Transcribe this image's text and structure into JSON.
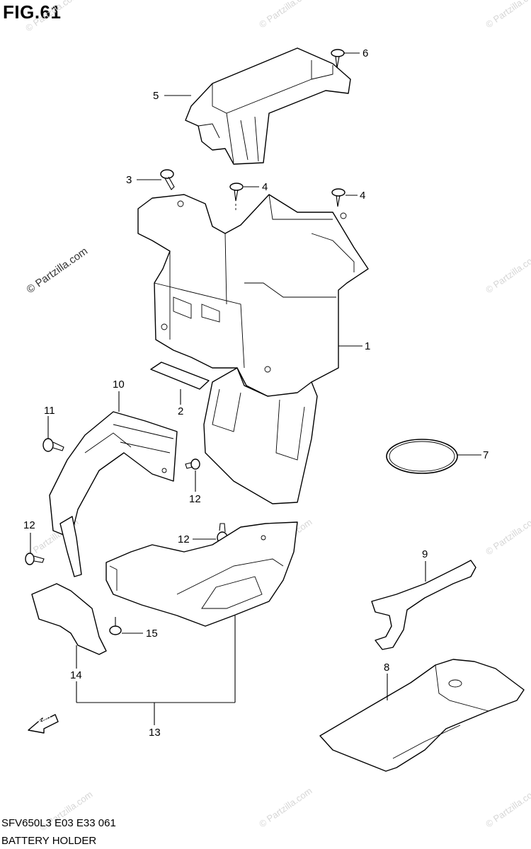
{
  "figure": {
    "title": "FIG.61"
  },
  "watermark": {
    "text": "© Partzilla.com"
  },
  "callouts": {
    "c1": "1",
    "c2": "2",
    "c3": "3",
    "c4a": "4",
    "c4b": "4",
    "c5": "5",
    "c6": "6",
    "c7": "7",
    "c8": "8",
    "c9": "9",
    "c10": "10",
    "c11": "11",
    "c12a": "12",
    "c12b": "12",
    "c12c": "12",
    "c13": "13",
    "c14": "14",
    "c15": "15"
  },
  "fwd_label": "FWD",
  "footer": {
    "model_code": "SFV650L3  E03  E33  061",
    "section_name": "BATTERY HOLDER"
  }
}
